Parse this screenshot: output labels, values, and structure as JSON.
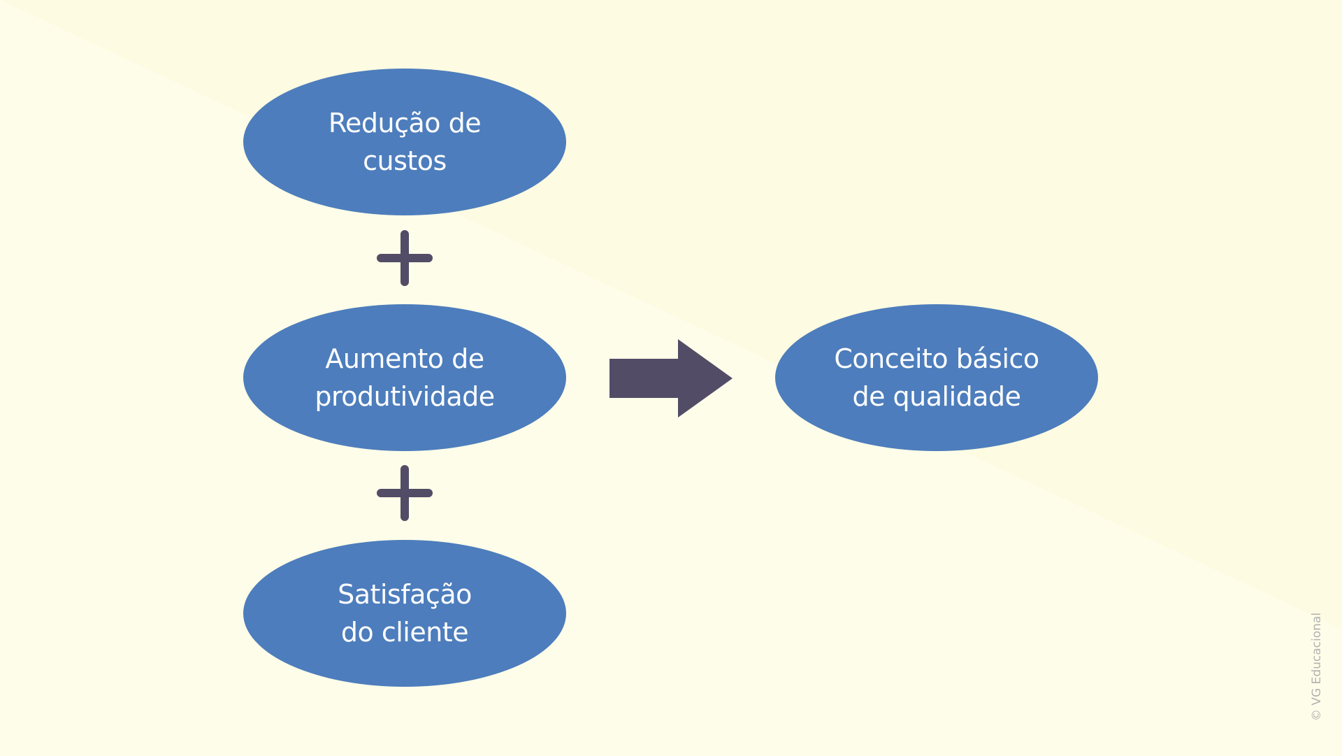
{
  "colors": {
    "background": "#fdfbe6",
    "ellipse_fill": "#4d7dbc",
    "ellipse_text": "#ffffff",
    "symbol_fill": "#524c66",
    "copyright_text": "#b2b2b2"
  },
  "inputs": [
    {
      "line1": "Redução de",
      "line2": "custos"
    },
    {
      "line1": "Aumento de",
      "line2": "produtividade"
    },
    {
      "line1": "Satisfação",
      "line2": "do cliente"
    }
  ],
  "result": {
    "line1": "Conceito básico",
    "line2": "de qualidade"
  },
  "symbols": {
    "combine": "plus-icon",
    "leads_to": "arrow-right-icon"
  },
  "copyright": "© VG Educacional"
}
